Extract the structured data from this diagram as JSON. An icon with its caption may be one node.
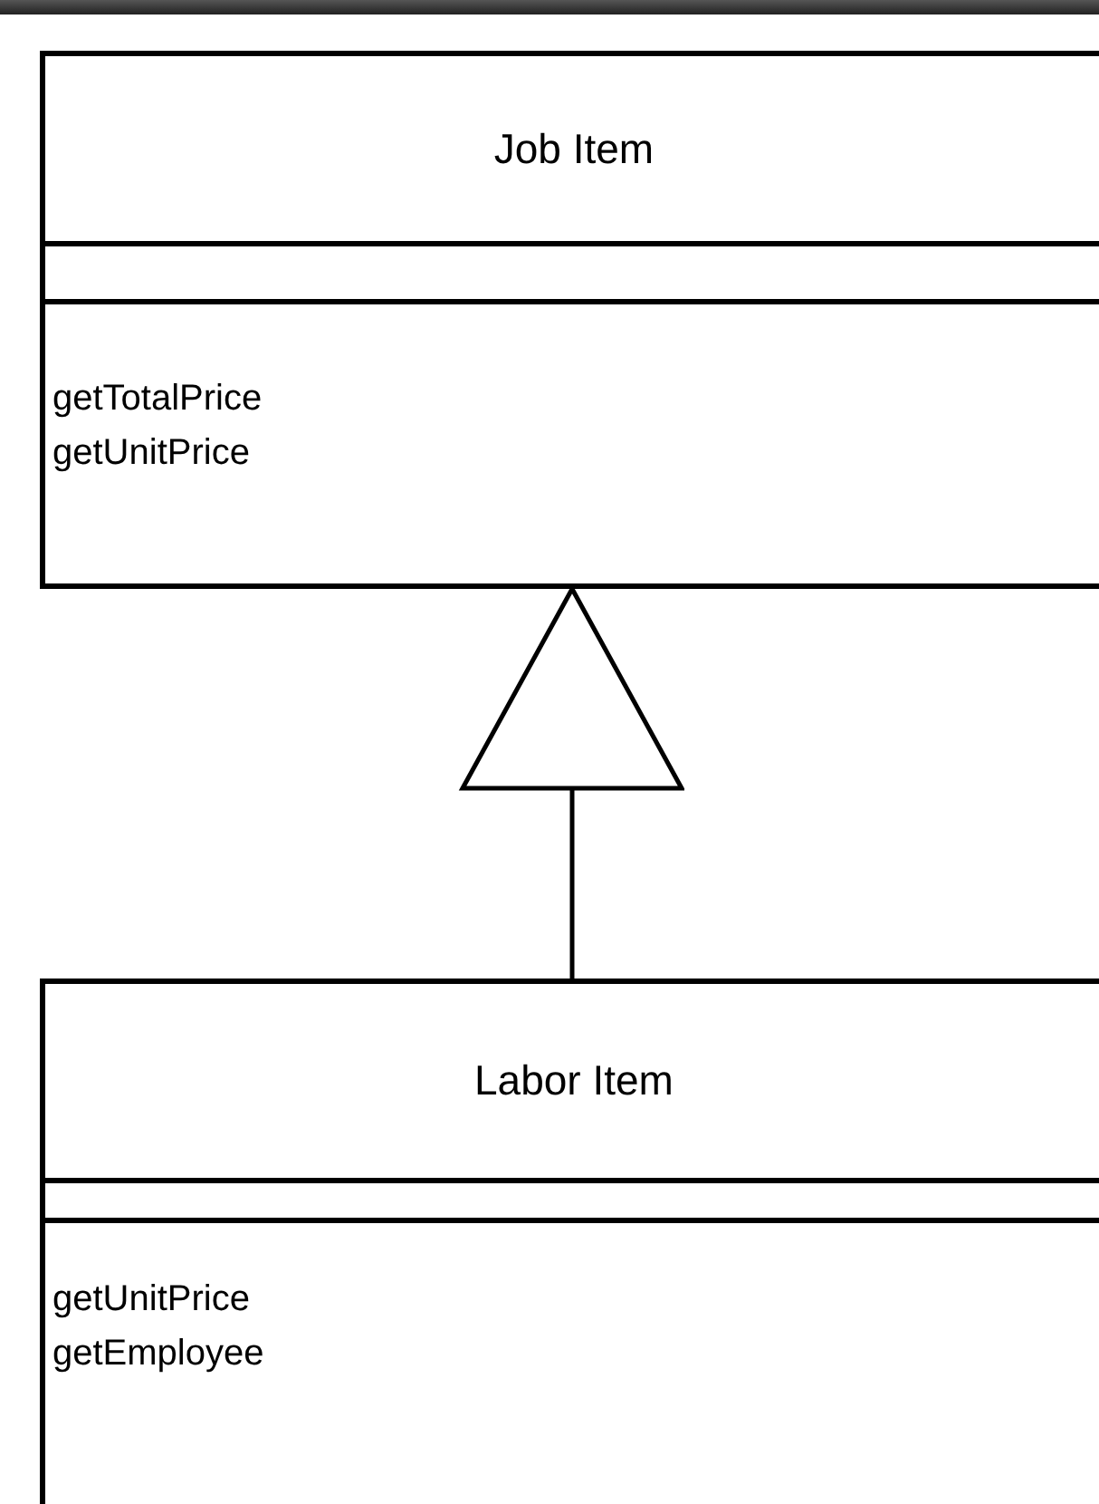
{
  "diagram": {
    "nodes": [
      {
        "text": [
          "Job Item",
          "getTotalPrice",
          "getUnitPrice"
        ]
      },
      {
        "text": [
          "Labor Item",
          "getUnitPrice",
          "getEmployee"
        ]
      }
    ],
    "edges": [
      {
        "from": 1,
        "to": 0,
        "arrow": "to"
      }
    ]
  }
}
